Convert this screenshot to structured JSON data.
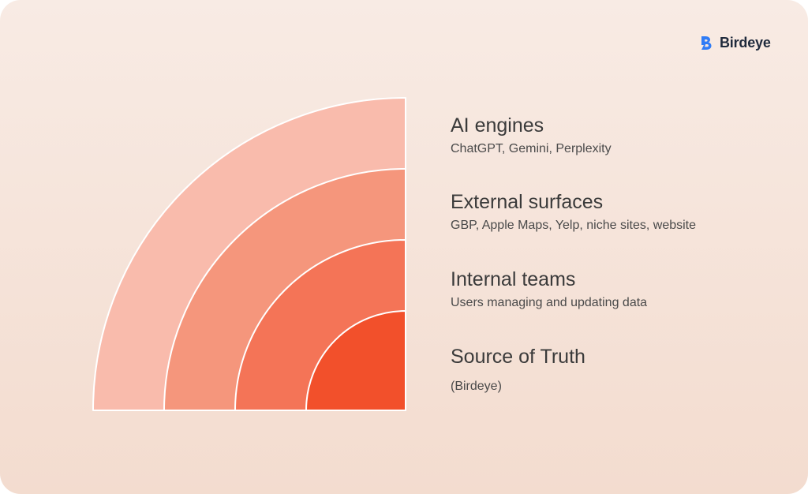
{
  "brand": {
    "name": "Birdeye",
    "icon": "birdeye-logo-icon",
    "color": "#2f7cf6"
  },
  "layers": [
    {
      "title": "AI engines",
      "subtitle": "ChatGPT, Gemini, Perplexity",
      "color": "#f9bbac"
    },
    {
      "title": "External surfaces",
      "subtitle": "GBP, Apple Maps, Yelp, niche sites, website",
      "color": "#f5967c"
    },
    {
      "title": "Internal teams",
      "subtitle": "Users managing and updating data",
      "color": "#f47457"
    },
    {
      "title": "Source of Truth",
      "subtitle": "(Birdeye)",
      "color": "#f2502b"
    }
  ]
}
